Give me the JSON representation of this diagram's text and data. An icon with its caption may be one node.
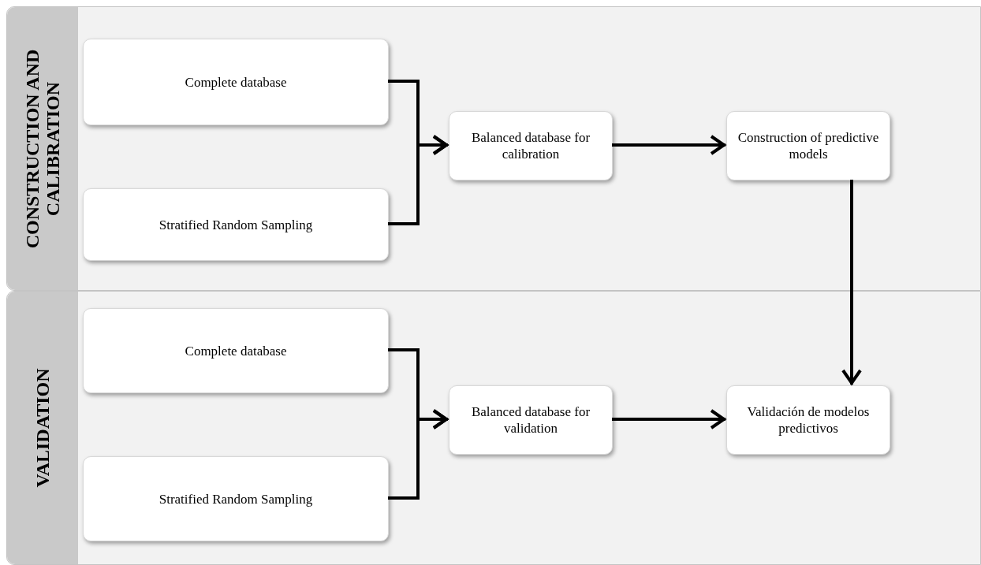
{
  "diagram": {
    "nodes": [
      {
        "text": [
          "CONSTRUCTION AND CALIBRATION"
        ]
      },
      {
        "text": [
          "Complete database"
        ],
        "in": 0
      },
      {
        "text": [
          "Stratified Random Sampling"
        ],
        "in": 0
      },
      {
        "text": [
          "Balanced database for calibration"
        ],
        "in": 0
      },
      {
        "text": [
          "Construction of predictive models"
        ],
        "in": 0
      },
      {
        "text": [
          "VALIDATION"
        ]
      },
      {
        "text": [
          "Complete database"
        ],
        "in": 5
      },
      {
        "text": [
          "Stratified Random Sampling"
        ],
        "in": 5
      },
      {
        "text": [
          "Balanced database for validation"
        ],
        "in": 5
      },
      {
        "text": [
          "Validación de modelos predictivos"
        ],
        "in": 5
      }
    ],
    "edges": [
      {
        "from": 1,
        "to": 3,
        "arrow": "to"
      },
      {
        "from": 2,
        "to": 3,
        "arrow": "to"
      },
      {
        "from": 3,
        "to": 4,
        "arrow": "to"
      },
      {
        "from": 4,
        "to": 9,
        "arrow": "to"
      },
      {
        "from": 6,
        "to": 8,
        "arrow": "to"
      },
      {
        "from": 7,
        "to": 8,
        "arrow": "to"
      },
      {
        "from": 8,
        "to": 9,
        "arrow": "to"
      }
    ]
  }
}
